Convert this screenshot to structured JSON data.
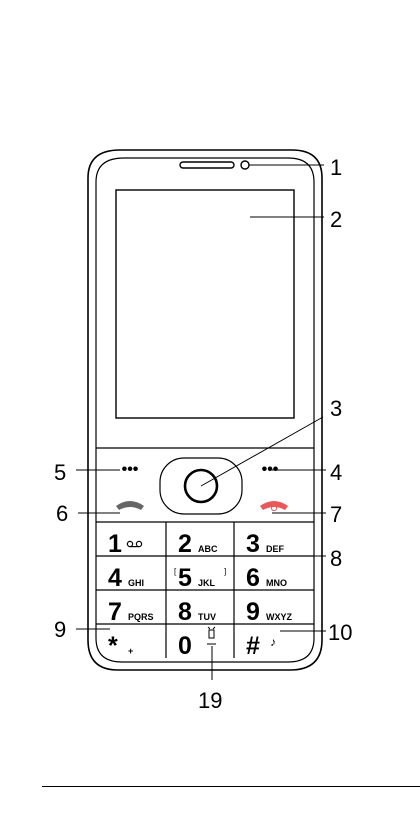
{
  "callouts": [
    {
      "label": "1",
      "part": "earpiece-camera"
    },
    {
      "label": "2",
      "part": "screen"
    },
    {
      "label": "3",
      "part": "navigation-key"
    },
    {
      "label": "4",
      "part": "right-soft-key"
    },
    {
      "label": "5",
      "part": "left-soft-key"
    },
    {
      "label": "6",
      "part": "call-key"
    },
    {
      "label": "7",
      "part": "end-power-key"
    },
    {
      "label": "8",
      "part": "number-keys"
    },
    {
      "label": "9",
      "part": "star-key"
    },
    {
      "label": "10",
      "part": "hash-key"
    },
    {
      "label": "19",
      "part": "zero-key-flashlight"
    }
  ],
  "keypad": {
    "soft_key_glyph": "•••",
    "keys": [
      {
        "digit": "1",
        "letters": ""
      },
      {
        "digit": "2",
        "letters": "ABC"
      },
      {
        "digit": "3",
        "letters": "DEF"
      },
      {
        "digit": "4",
        "letters": "GHI"
      },
      {
        "digit": "5",
        "letters": "JKL"
      },
      {
        "digit": "6",
        "letters": "MNO"
      },
      {
        "digit": "7",
        "letters": "PQRS"
      },
      {
        "digit": "8",
        "letters": "TUV"
      },
      {
        "digit": "9",
        "letters": "WXYZ"
      },
      {
        "digit": "*",
        "letters": "+"
      },
      {
        "digit": "0",
        "letters": ""
      },
      {
        "digit": "#",
        "letters": ""
      }
    ]
  },
  "colors": {
    "line": "#000000",
    "end_key": "#e85a5a",
    "call_key": "#666666"
  }
}
